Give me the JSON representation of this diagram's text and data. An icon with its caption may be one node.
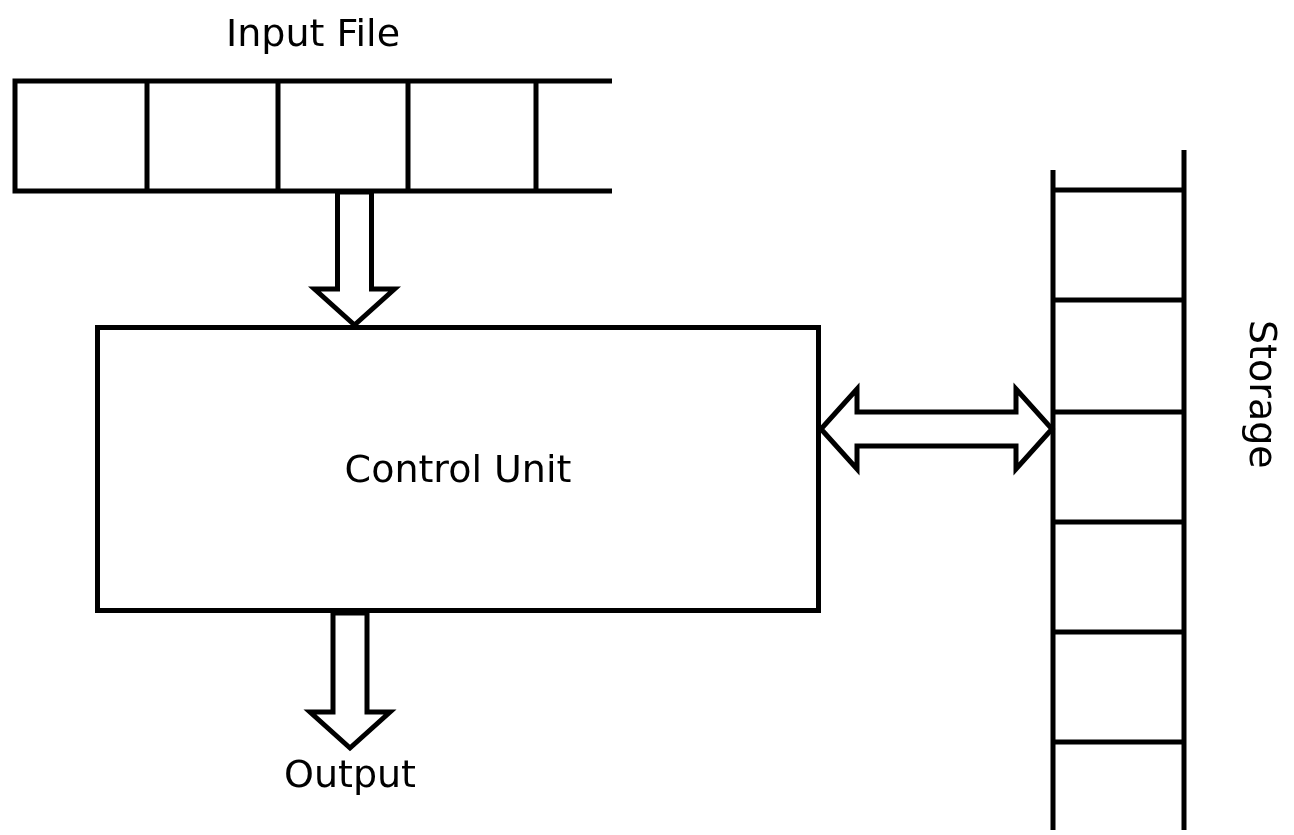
{
  "diagram": {
    "nodes": [
      {
        "text": [
          "Input File"
        ]
      },
      {
        "text": [
          "Control Unit"
        ]
      },
      {
        "text": [
          "Storage"
        ]
      },
      {
        "text": [
          "Output"
        ]
      }
    ],
    "edges": [
      {
        "from": 0,
        "to": 1,
        "arrow": "to"
      },
      {
        "from": 1,
        "to": 2,
        "arrow": "both"
      },
      {
        "from": 1,
        "to": 3,
        "arrow": "to"
      }
    ]
  }
}
